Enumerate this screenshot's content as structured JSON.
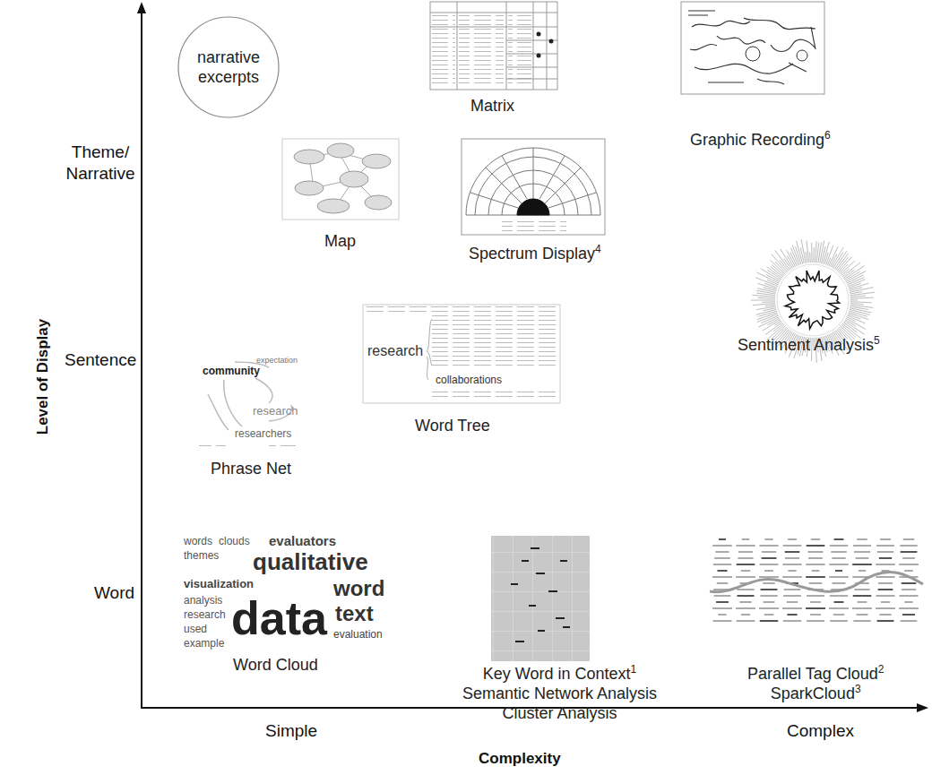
{
  "diagram": {
    "nodes": [
      {
        "text": [
          "narrative excerpts"
        ]
      },
      {
        "text": [
          "Matrix"
        ]
      },
      {
        "text": [
          "Graphic Recording",
          "6"
        ]
      },
      {
        "text": [
          "Map"
        ]
      },
      {
        "text": [
          "Spectrum Display",
          "4"
        ]
      },
      {
        "text": [
          "Sentiment Analysis",
          "5"
        ]
      },
      {
        "text": [
          "Phrase Net"
        ]
      },
      {
        "text": [
          "Word Tree"
        ]
      },
      {
        "text": [
          "Word Cloud"
        ]
      },
      {
        "text": [
          "Key Word in Context",
          "1",
          "Semantic Network Analysis",
          "Cluster Analysis"
        ]
      },
      {
        "text": [
          "Parallel Tag Cloud",
          "2",
          "SparkCloud",
          "3"
        ]
      }
    ],
    "labels": [
      "Theme/ Narrative",
      "Sentence",
      "Word",
      "Simple",
      "Complex",
      "Level of Display",
      "Complexity",
      "data",
      "qualitative",
      "word",
      "text",
      "evaluators",
      "visualization",
      "words",
      "clouds",
      "themes",
      "analysis",
      "research",
      "used",
      "evaluation",
      "example",
      "community",
      "expectation",
      "research",
      "researchers",
      "research",
      "collaborations"
    ]
  }
}
